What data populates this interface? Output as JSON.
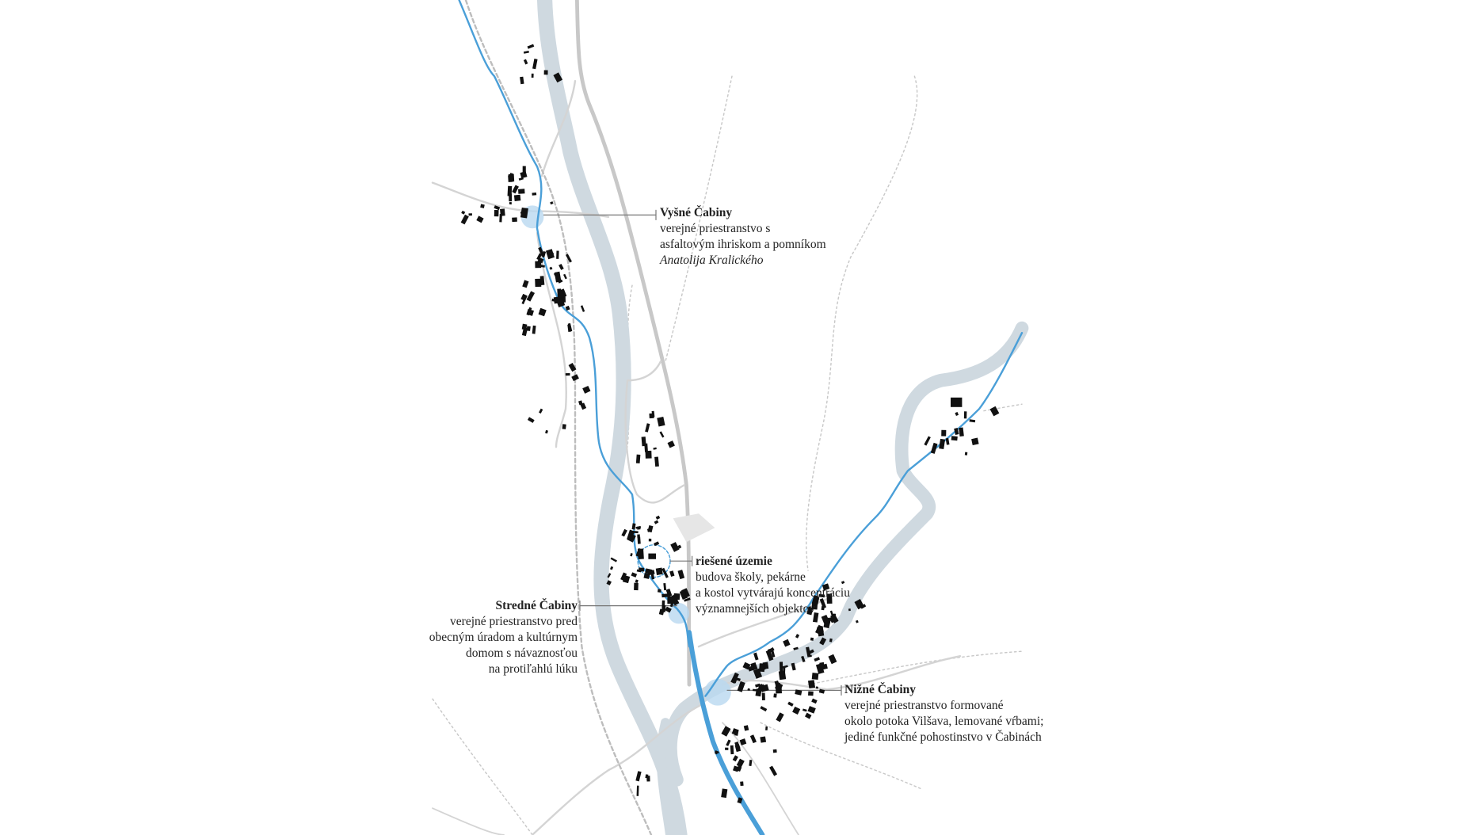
{
  "colors": {
    "river_band": "#cfd9e0",
    "stream": "#4a9fd8",
    "road": "#cccccc",
    "rail": "#bdbdbd",
    "building": "#111111",
    "public_space": "#b9d8f0"
  },
  "labels": {
    "vysne": {
      "title": "Vyšné Čabiny",
      "lines": [
        "verejné priestranstvo s",
        "asfaltovým ihriskom a pomníkom"
      ],
      "italic": "Anatolija Kralického"
    },
    "riesene": {
      "title": "riešené územie",
      "lines": [
        "budova školy, pekárne",
        "a kostol vytvárajú koncentráciu",
        "významnejších objektov"
      ]
    },
    "stredne": {
      "title": "Stredné Čabiny",
      "lines": [
        "verejné priestranstvo pred",
        "obecným úradom a kultúrnym",
        "domom s návaznosťou",
        "na protiľahlú lúku"
      ]
    },
    "nizne": {
      "title": "Nižné Čabiny",
      "lines": [
        "verejné priestranstvo formované",
        "okolo potoka Vilšava, lemované vŕbami;",
        "jediné funkčné pohostinstvo v Čabinách"
      ]
    }
  }
}
